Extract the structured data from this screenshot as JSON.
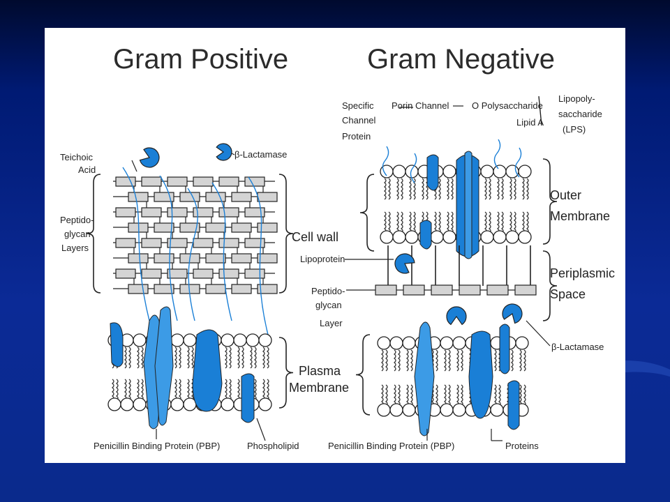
{
  "gram_positive": {
    "title": "Gram Positive",
    "teichoic_acid": [
      "Teichoic",
      "Acid"
    ],
    "beta_lactamase": "β-Lactamase",
    "peptidoglycan_layers": [
      "Peptido-",
      "glycan",
      "Layers"
    ],
    "cell_wall": "Cell wall",
    "plasma_membrane": [
      "Plasma",
      "Membrane"
    ],
    "pbp": "Penicillin Binding Protein (PBP)",
    "phospholipid": "Phospholipid"
  },
  "gram_negative": {
    "title": "Gram Negative",
    "specific_channel_protein": [
      "Specific",
      "Channel",
      "Protein"
    ],
    "porin_channel": "Porin Channel",
    "o_polysaccharide": "O Polysaccharide",
    "lipid_a": "Lipid A",
    "lps": [
      "Lipopoly-",
      "saccharide",
      "(LPS)"
    ],
    "outer_membrane": [
      "Outer",
      "Membrane"
    ],
    "lipoprotein": "Lipoprotein",
    "periplasmic_space": [
      "Periplasmic",
      "Space"
    ],
    "peptidoglycan_layer": [
      "Peptido-",
      "glycan",
      "Layer"
    ],
    "beta_lactamase": "β-Lactamase",
    "pbp": "Penicillin Binding Protein (PBP)",
    "proteins": "Proteins"
  },
  "colors": {
    "protein_blue": "#1a7fd6",
    "protein_light": "#3c9be6",
    "rect_fill": "#d4d4d4",
    "outline": "#222222"
  }
}
